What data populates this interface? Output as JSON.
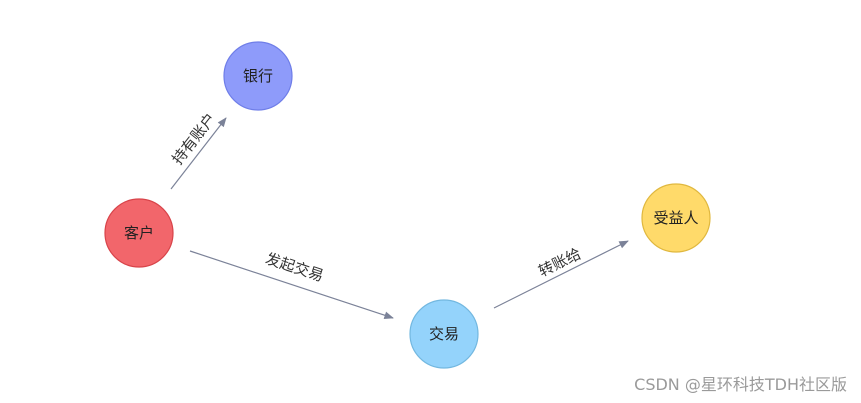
{
  "nodes": [
    {
      "id": "customer",
      "label": "客户",
      "fill": "#F2666B",
      "stroke": "#D8444A"
    },
    {
      "id": "bank",
      "label": "银行",
      "fill": "#8E9BFA",
      "stroke": "#6F7EE8"
    },
    {
      "id": "transaction",
      "label": "交易",
      "fill": "#94D3FB",
      "stroke": "#73B8E0"
    },
    {
      "id": "beneficiary",
      "label": "受益人",
      "fill": "#FFDA6A",
      "stroke": "#E0B83F"
    }
  ],
  "edges": [
    {
      "id": "holds-account",
      "label": "持有账户",
      "from": "customer",
      "to": "bank"
    },
    {
      "id": "initiates-transaction",
      "label": "发起交易",
      "from": "customer",
      "to": "transaction"
    },
    {
      "id": "transfer-to",
      "label": "转账给",
      "from": "transaction",
      "to": "beneficiary"
    }
  ],
  "colors": {
    "edge": "#7B8298"
  },
  "watermark": "CSDN @星环科技TDH社区版"
}
